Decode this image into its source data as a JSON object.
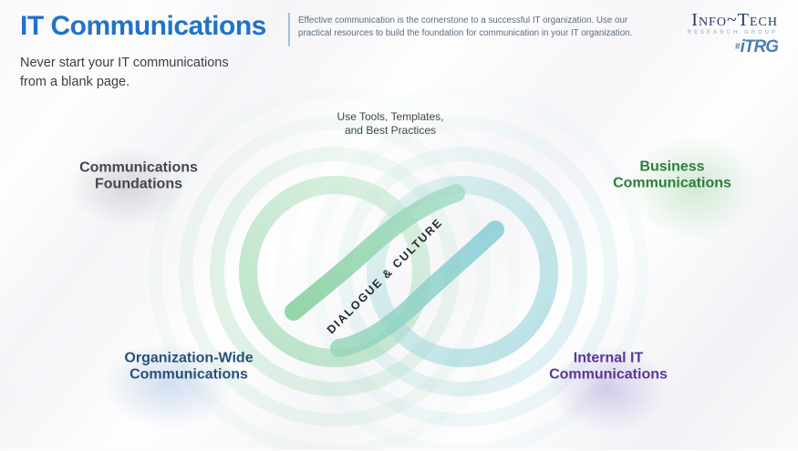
{
  "header": {
    "title": "IT Communications",
    "subtitle_lines": [
      "Never start your IT communications",
      "from a blank page."
    ],
    "description_lines": [
      "Effective communication is the cornerstone to a successful IT organization. Use our",
      "practical resources to build the foundation for communication in your IT organization."
    ]
  },
  "logo": {
    "brand": "Info~Tech",
    "tagline": "RESEARCH GROUP",
    "mark_prefix": "#",
    "mark": "iTRG"
  },
  "diagram": {
    "top_label_lines": [
      "Use Tools, Templates,",
      "and Best Practices"
    ],
    "center_label": "DIALOGUE & CULTURE",
    "nodes": [
      {
        "id": "communications-foundations",
        "line1": "Communications",
        "line2": "Foundations",
        "color": "#43474d"
      },
      {
        "id": "business-communications",
        "line1": "Business",
        "line2": "Communications",
        "color": "#2f7d3b"
      },
      {
        "id": "organization-wide-communications",
        "line1": "Organization-Wide",
        "line2": "Communications",
        "color": "#27517c"
      },
      {
        "id": "internal-it-communications",
        "line1": "Internal IT",
        "line2": "Communications",
        "color": "#5b3795"
      }
    ]
  },
  "colors": {
    "title_blue": "#2173c6",
    "loop_green": "#85cf9b",
    "loop_teal": "#7ec9d4",
    "logo_navy": "#1d3c63",
    "logo_blue": "#4a7eb6"
  }
}
